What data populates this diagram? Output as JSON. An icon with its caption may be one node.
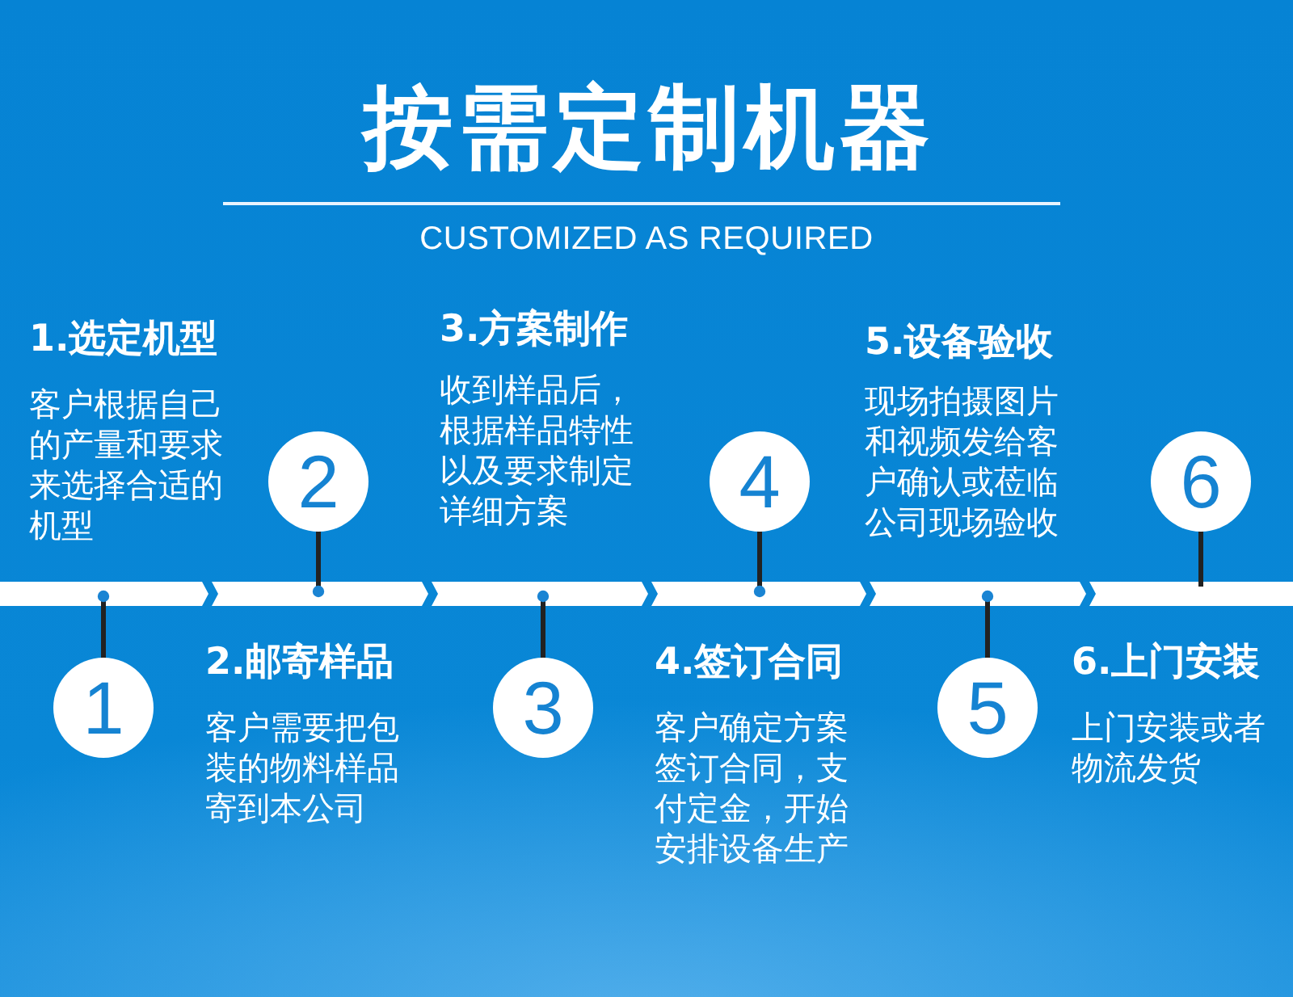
{
  "diagram": {
    "title": "按需定制机器",
    "nodes": [
      {
        "text": [
          "1"
        ],
        "beside": [
          "1.选定机型",
          "客户根据自己的产量和要求来选择合适的机型"
        ]
      },
      {
        "text": [
          "2"
        ],
        "beside": [
          "2.邮寄样品",
          "客户需要把包装的物料样品寄到本公司"
        ]
      },
      {
        "text": [
          "3"
        ],
        "beside": [
          "3.方案制作",
          "收到样品后，根据样品特性以及要求制定详细方案"
        ]
      },
      {
        "text": [
          "4"
        ],
        "beside": [
          "4.签订合同",
          "客户确定方案签订合同，支付定金，开始安排设备生产"
        ]
      },
      {
        "text": [
          "5"
        ],
        "beside": [
          "5.设备验收",
          "现场拍摄图片和视频发给客户确认或莅临公司现场验收"
        ]
      },
      {
        "text": [
          "6"
        ],
        "beside": [
          "6.上门安装",
          "上门安装或者物流发货"
        ]
      },
      {
        "text": [],
        "shape": "bar"
      },
      {
        "text": [],
        "shape": "bar"
      },
      {
        "text": [],
        "shape": "bar"
      },
      {
        "text": [],
        "shape": "bar"
      },
      {
        "text": [],
        "shape": "bar"
      },
      {
        "text": [],
        "shape": "bar"
      }
    ],
    "edges": [
      {
        "from": 0,
        "to": 6,
        "arrow": "other"
      },
      {
        "from": 1,
        "to": 7,
        "arrow": "other"
      },
      {
        "from": 2,
        "to": 8,
        "arrow": "other"
      },
      {
        "from": 3,
        "to": 9,
        "arrow": "other"
      },
      {
        "from": 4,
        "to": 10,
        "arrow": "other"
      },
      {
        "from": 5,
        "to": 11,
        "arrow": "none"
      }
    ],
    "labels": [
      "CUSTOMIZED AS REQUIRED"
    ]
  }
}
